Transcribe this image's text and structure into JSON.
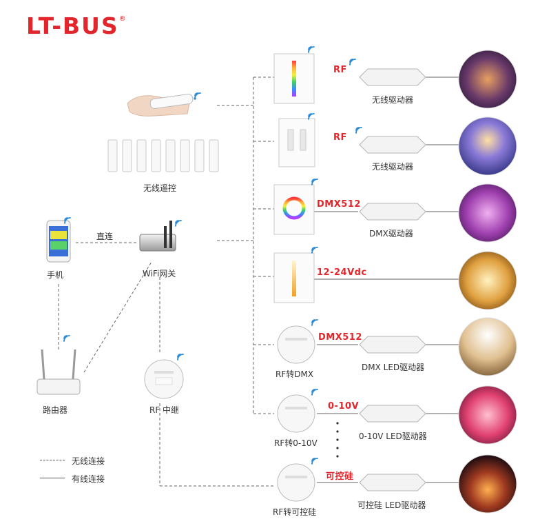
{
  "brand": {
    "logo_text": "LT-BUS",
    "registered": "®",
    "color": "#e3262b"
  },
  "colors": {
    "accent_red": "#e3262b",
    "line": "#555555",
    "wifi_blue": "#2a8bd8"
  },
  "left": {
    "remote_label": "无线遥控",
    "phone_label": "手机",
    "direct_label": "直连",
    "wifi_gateway_label": "WiFi网关",
    "router_label": "路由器",
    "repeater_label": "RF 中继"
  },
  "rows": [
    {
      "signal": "RF",
      "driver": "无线驱动器",
      "device_label": ""
    },
    {
      "signal": "RF",
      "driver": "无线驱动器",
      "device_label": ""
    },
    {
      "signal": "DMX512",
      "driver": "DMX驱动器",
      "device_label": ""
    },
    {
      "signal": "12-24Vdc",
      "driver": "",
      "device_label": ""
    },
    {
      "signal": "DMX512",
      "driver": "DMX LED驱动器",
      "device_label": "RF转DMX"
    },
    {
      "signal": "0-10V",
      "driver": "0-10V LED驱动器",
      "device_label": "RF转0-10V"
    },
    {
      "signal": "可控硅",
      "driver": "可控硅 LED驱动器",
      "device_label": "RF转可控硅"
    }
  ],
  "legend": {
    "wireless": "无线连接",
    "wired": "有线连接"
  }
}
